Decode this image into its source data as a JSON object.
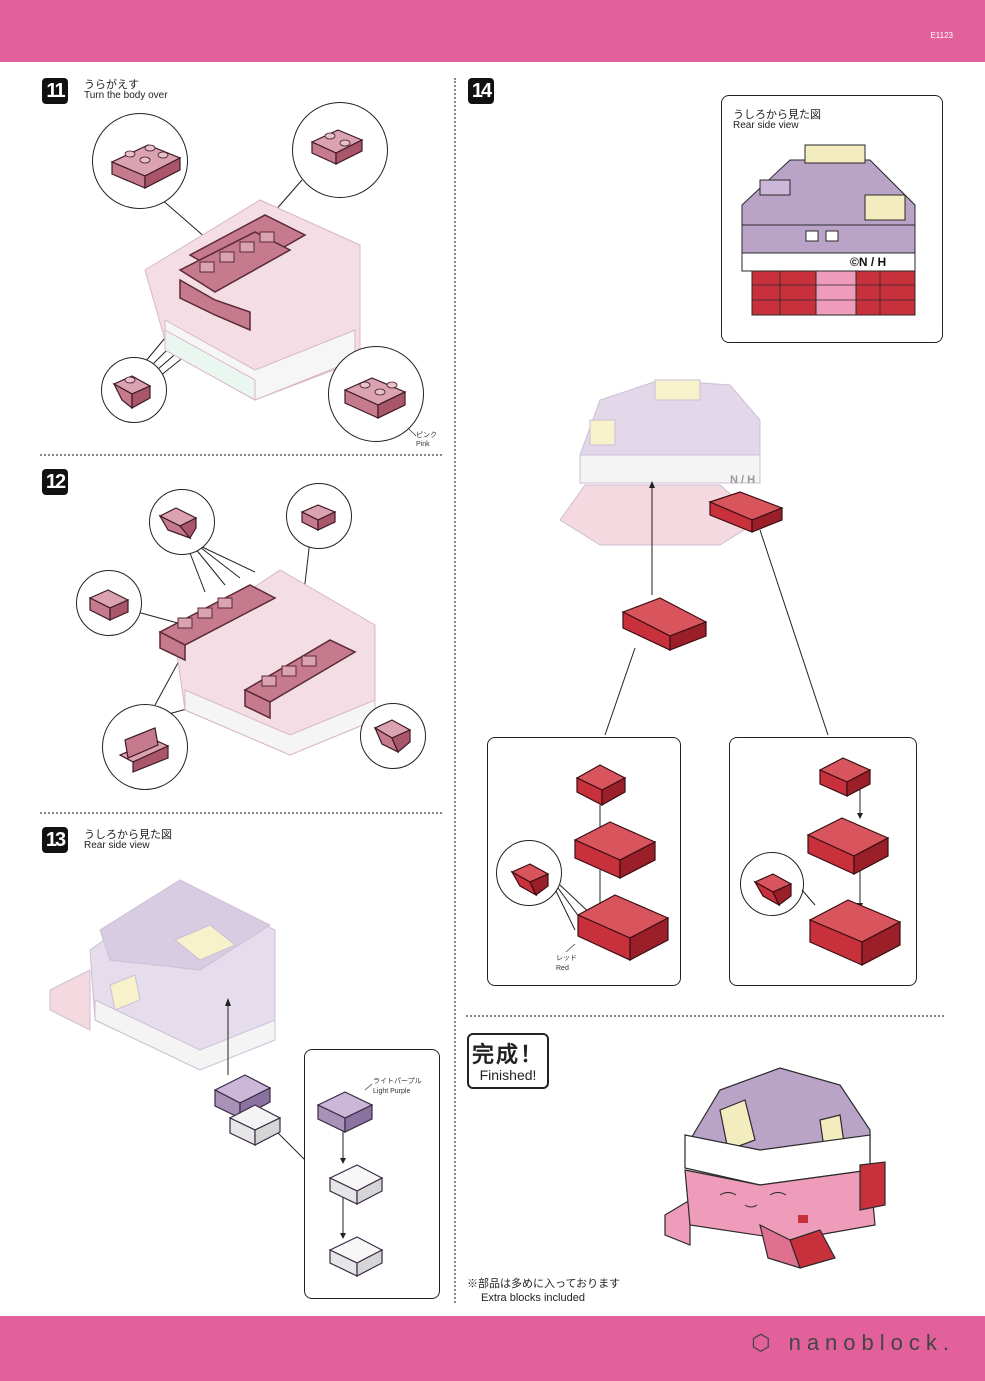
{
  "header": {
    "code": "E1123"
  },
  "brand": {
    "name": "nanoblock."
  },
  "steps": {
    "s11": {
      "number": "11",
      "title_ja": "うらがえす",
      "title_en": "Turn the body over",
      "color_ja": "ピンク",
      "color_en": "Pink"
    },
    "s12": {
      "number": "12"
    },
    "s13": {
      "number": "13",
      "title_ja": "うしろから見た図",
      "title_en": "Rear side view",
      "color_ja": "ライトパープル",
      "color_en": "Light Purple"
    },
    "s14": {
      "number": "14",
      "rear_ja": "うしろから見た図",
      "rear_en": "Rear side view",
      "copyright": "©N / H",
      "copyright_partial": "N / H",
      "color_ja": "レッド",
      "color_en": "Red"
    }
  },
  "finished": {
    "title_ja": "完成！",
    "title_en": "Finished!"
  },
  "note": {
    "ja": "※部品は多めに入っております",
    "en": "Extra blocks included"
  },
  "colors": {
    "brand_pink": "#e2619a",
    "pink_block": "#c57a8d",
    "red_block": "#c8303c",
    "purple_block": "#b9a3c6",
    "cream_block": "#f3ecbf"
  }
}
